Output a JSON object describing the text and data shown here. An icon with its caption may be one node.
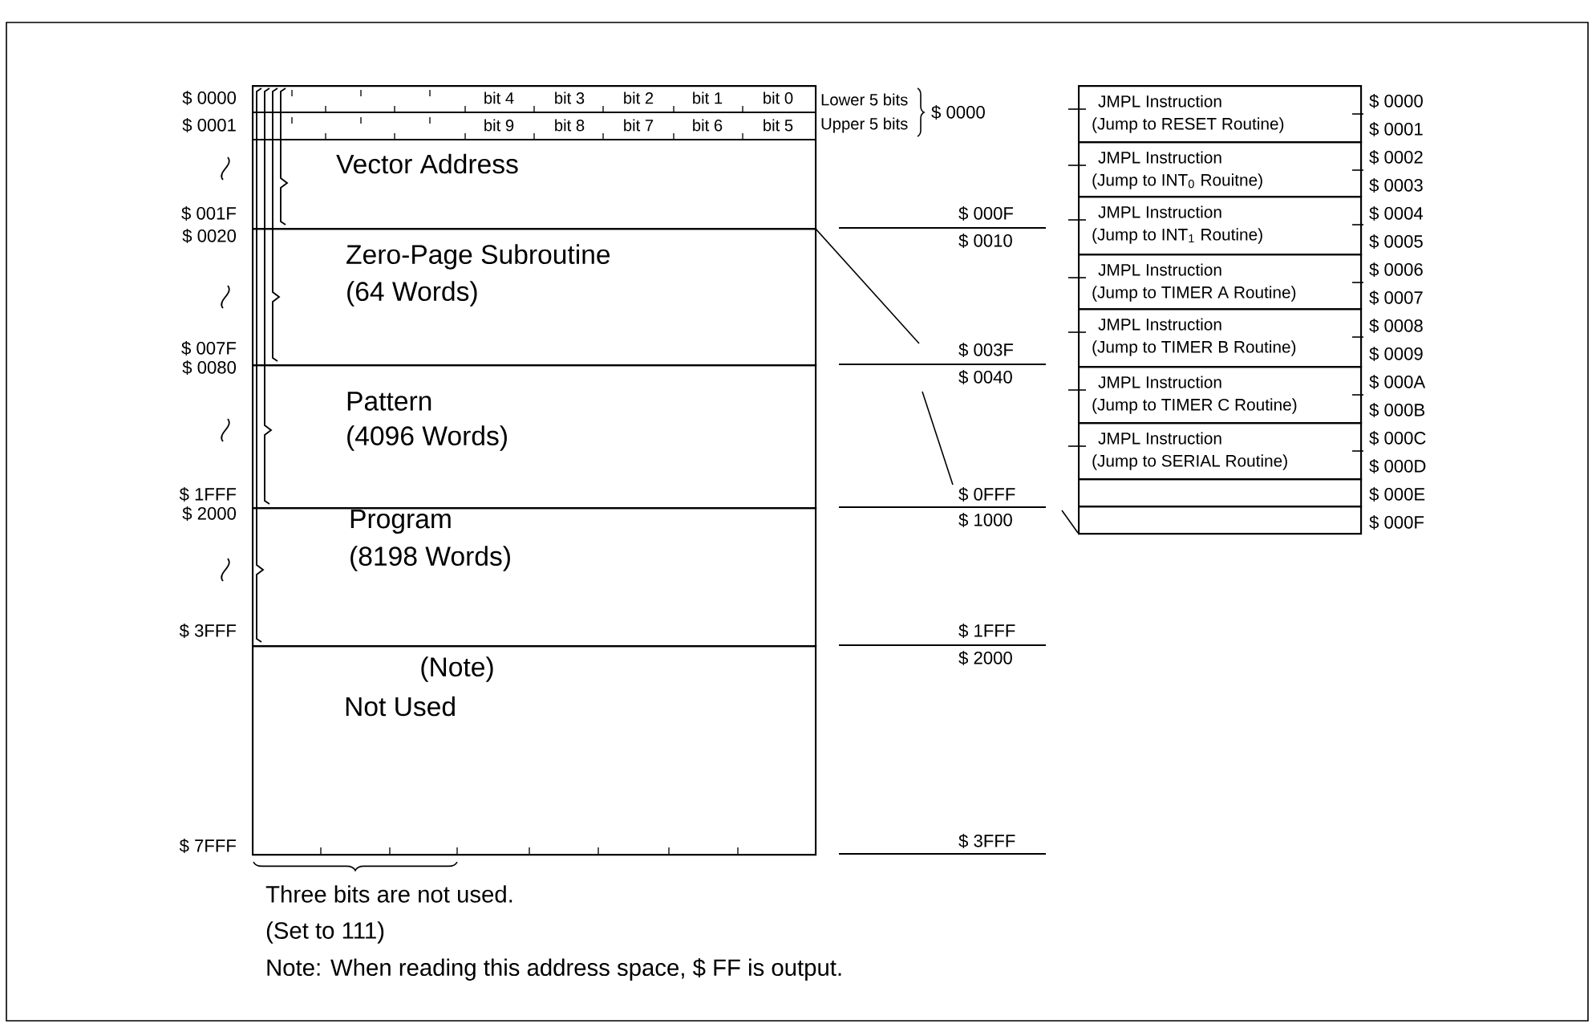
{
  "diagram": {
    "nodes": [
      {
        "text": [
          "Vector Address"
        ]
      },
      {
        "text": [
          "Zero-Page Subroutine",
          "(64 Words)"
        ]
      },
      {
        "text": [
          "Pattern",
          "(4096 Words)"
        ]
      },
      {
        "text": [
          "Program",
          "(8198 Words)"
        ]
      },
      {
        "text": [
          "(Note)",
          "Not Used"
        ]
      },
      {
        "text": [
          "JMPL Instruction",
          "(Jump to RESET Routine)"
        ]
      },
      {
        "text": [
          "JMPL Instruction",
          "(Jump to INT$_{0}$ Rouitne)"
        ]
      },
      {
        "text": [
          "JMPL Instruction",
          "(Jump to INT$_{1}$ Routine)"
        ]
      },
      {
        "text": [
          "JMPL Instruction",
          "(Jump to TIMER A Routine)"
        ]
      },
      {
        "text": [
          "JMPL Instruction",
          "(Jump to TIMER B Routine)"
        ]
      },
      {
        "text": [
          "JMPL Instruction",
          "(Jump to TIMER C Routine)"
        ]
      },
      {
        "text": [
          "JMPL Instruction",
          "(Jump to SERIAL Routine)"
        ]
      },
      {
        "text": [],
        "shape": "box"
      },
      {
        "text": [],
        "shape": "box"
      }
    ],
    "labels": [
      "$ 0000",
      "$ 0001",
      "$ 001F",
      "$ 0020",
      "$ 007F",
      "$ 0080",
      "$ 1FFF",
      "$ 2000",
      "$ 3FFF",
      "$ 7FFF",
      "bit 4",
      "bit 3",
      "bit 2",
      "bit 1",
      "bit 0",
      "bit 9",
      "bit 8",
      "bit 7",
      "bit 6",
      "bit 5",
      "Lower 5 bits",
      "Upper 5 bits",
      "$ 0000",
      "$ 000F",
      "$ 0010",
      "$ 003F",
      "$ 0040",
      "$ 0FFF",
      "$ 1000",
      "$ 1FFF",
      "$ 2000",
      "$ 3FFF",
      "$ 0000",
      "$ 0001",
      "$ 0002",
      "$ 0003",
      "$ 0004",
      "$ 0005",
      "$ 0006",
      "$ 0007",
      "$ 0008",
      "$ 0009",
      "$ 000A",
      "$ 000B",
      "$ 000C",
      "$ 000D",
      "$ 000E",
      "$ 000F",
      "Three bits are not used.",
      "(Set to 111)",
      "Note: When reading this address space, $ FF is output."
    ]
  }
}
